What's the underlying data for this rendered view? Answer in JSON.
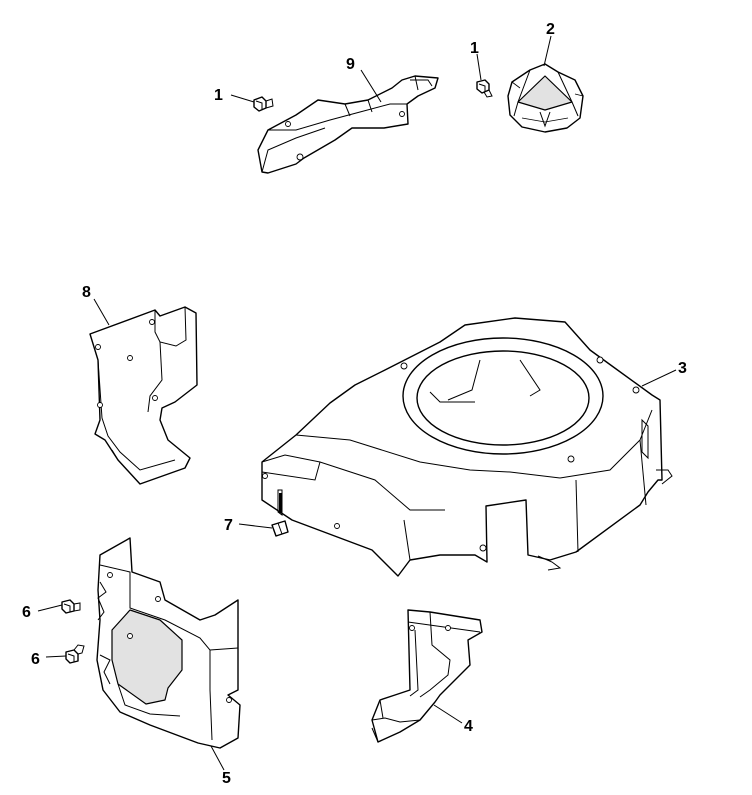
{
  "callouts": {
    "bolt_top_left": "1",
    "bolt_top_right": "1",
    "cover_small": "2",
    "blower_housing": "3",
    "lower_baffle": "4",
    "side_shroud": "5",
    "screw_upper": "6",
    "screw_lower": "6",
    "clip": "7",
    "side_baffle": "8",
    "top_bracket": "9"
  }
}
